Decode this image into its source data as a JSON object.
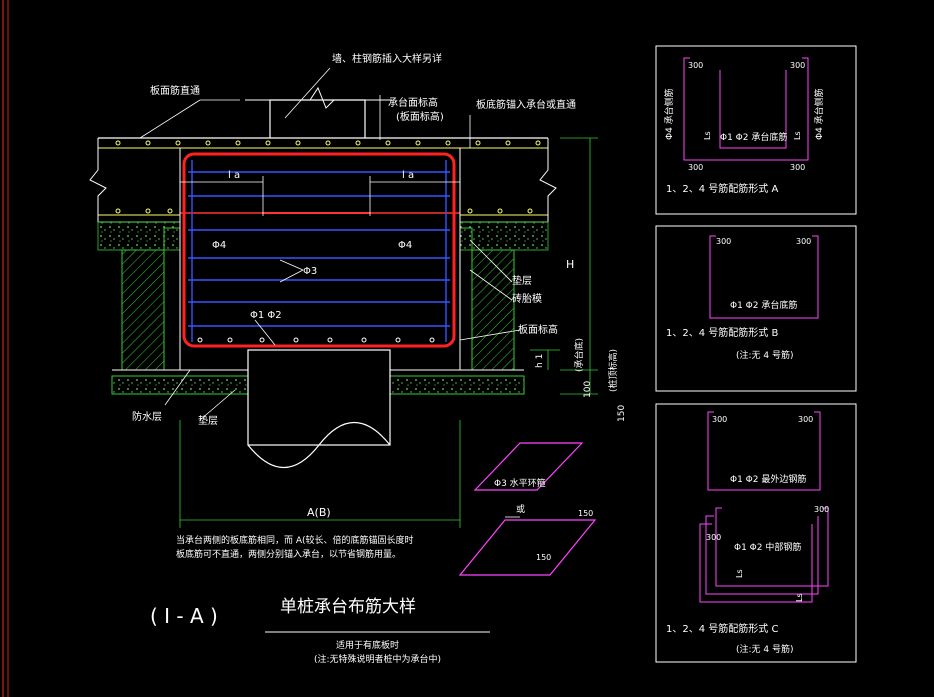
{
  "main": {
    "label_column_rebar": "墙、柱钢筋插入大样另详",
    "label_slab_top_rebar": "板面筋直通",
    "label_cap_top_level": "承台面标高",
    "label_slab_top_level": "(板面标高)",
    "label_slab_bottom_rebar": "板底筋锚入承台或直通",
    "label_la_left": "l a",
    "label_la_right": "l a",
    "label_phi4_left": "Φ4",
    "label_phi4_right": "Φ4",
    "label_phi3": "Φ3",
    "label_phi12": "Φ1  Φ2",
    "label_cushion": "垫层",
    "label_brick_mold": "砖胎模",
    "label_slab_level": "板面标高",
    "label_h1": "h 1",
    "label_cap_bottom": "(承台底)",
    "label_H": "H",
    "label_pile_top": "(桩顶标高)",
    "label_100": "100",
    "label_150": "150",
    "label_waterproof": "防水层",
    "label_cushion2": "垫层",
    "label_AB": "A(B)",
    "note_line1": "当承台两侧的板底筋相同，而          A(较长、倍的底筋锚固长度时",
    "note_line2": "板底筋可不直通，两侧分别锚入承台，以节省钢筋用量。",
    "hoop_label": "Φ3  水平环箍",
    "hoop_150a": "150",
    "hoop_150b": "150",
    "hoop_weld": "或",
    "detail_id": "( I - A )",
    "title": "单桩承台布筋大样",
    "subtitle": "适用于有底板时",
    "subtitle_note": "(注:无特殊说明者桩中为承台中)"
  },
  "panel_a": {
    "dim_tl": "300",
    "dim_tr": "300",
    "dim_bl": "300",
    "dim_br": "300",
    "side_left": "Φ4  承台侧筋",
    "side_right": "Φ4  承台侧筋",
    "ls_left": "Ls",
    "ls_right": "Ls",
    "inner": "Φ1  Φ2  承台底筋",
    "caption": "1、2、4 号筋配筋形式  A"
  },
  "panel_b": {
    "dim_l": "300",
    "dim_r": "300",
    "inner": "Φ1  Φ2  承台底筋",
    "caption": "1、2、4 号筋配筋形式  B",
    "note": "(注:无 4 号筋)"
  },
  "panel_c": {
    "dim_top_l": "300",
    "dim_top_r": "300",
    "inner_top": "Φ1  Φ2  最外边钢筋",
    "dim_mid_l": "300",
    "dim_mid_r": "300",
    "inner_mid": "Φ1  Φ2  中部钢筋",
    "ls_a": "Ls",
    "ls_b": "Ls",
    "caption": "1、2、4 号筋配筋形式  C",
    "note": "(注:无 4 号筋)"
  }
}
